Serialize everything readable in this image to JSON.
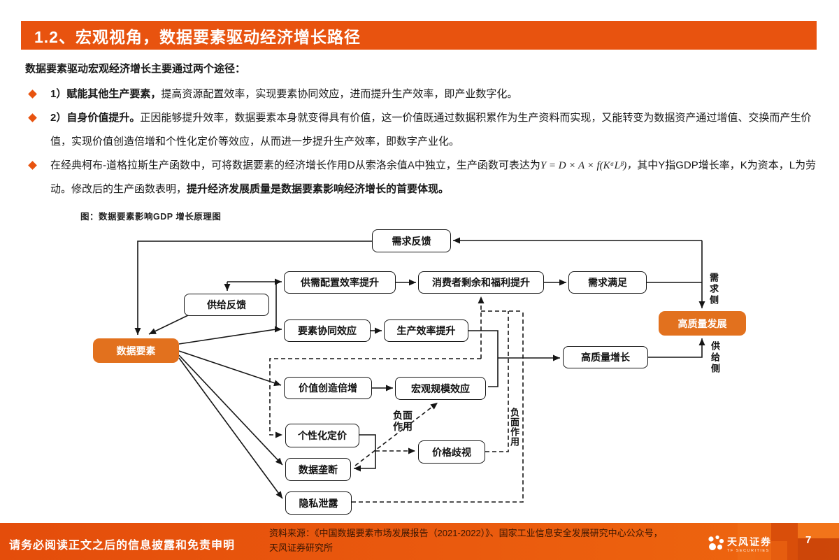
{
  "header": {
    "title": "1.2、宏观视角，数据要素驱动经济增长路径"
  },
  "intro": "数据要素驱动宏观经济增长主要通过两个途径：",
  "bullets": {
    "b1_lead": "1）赋能其他生产要素，",
    "b1_rest": "提高资源配置效率，实现要素协同效应，进而提升生产效率，即产业数字化。",
    "b2_lead": "2）自身价值提升。",
    "b2_rest": "正因能够提升效率，数据要素本身就变得具有价值，这一价值既通过数据积累作为生产资料而实现，又能转变为数据资产通过增值、交换而产生价值，实现价值创造倍增和个性化定价等效应，从而进一步提升生产效率，即数字产业化。",
    "b3_text1": "在经典柯布-道格拉斯生产函数中，可将数据要素的经济增长作用D从索洛余值A中独立，生产函数可表达为",
    "b3_formula": "Y = D × A × f(KᵅLᵝ)，",
    "b3_text2": "其中Y指GDP增长率，K为资本，L为劳动。修改后的生产函数表明，",
    "b3_bold": "提升经济发展质量是数据要素影响经济增长的首要体现。"
  },
  "figure": {
    "title": "图：数据要素影响GDP 增长原理图",
    "nodes": {
      "demand_feedback": {
        "label": "需求反馈"
      },
      "supply_demand_alloc": {
        "label": "供需配置效率提升"
      },
      "consumer_surplus": {
        "label": "消费者剩余和福利提升"
      },
      "demand_satisfied": {
        "label": "需求满足"
      },
      "supply_feedback": {
        "label": "供给反馈"
      },
      "factor_synergy": {
        "label": "要素协同效应"
      },
      "production_efficiency": {
        "label": "生产效率提升"
      },
      "hq_development": {
        "label": "高质量发展"
      },
      "data_element": {
        "label": "数据要素"
      },
      "hq_growth": {
        "label": "高质量增长"
      },
      "value_multiplication": {
        "label": "价值创造倍增"
      },
      "macro_scale": {
        "label": "宏观规模效应"
      },
      "personalized_pricing": {
        "label": "个性化定价"
      },
      "price_discrimination": {
        "label": "价格歧视"
      },
      "data_monopoly": {
        "label": "数据垄断"
      },
      "privacy_leak": {
        "label": "隐私泄露"
      }
    },
    "labels": {
      "demand_side": "需求侧",
      "supply_side": "供给侧",
      "negative_effect_1": "负面作用",
      "negative_effect_2": "负面作用"
    }
  },
  "footer": {
    "disclaimer": "请务必阅读正文之后的信息披露和免责申明",
    "source_line1": "资料来源：《中国数据要素市场发展报告（2021-2022）》、国家工业信息安全发展研究中心公众号，",
    "source_line2": "天风证券研究所",
    "brand": "天风证券",
    "brand_sub": "TF SECURITIES",
    "page_number": "7"
  },
  "colors": {
    "accent": "#e8530f",
    "node_orange": "#e2711e"
  }
}
